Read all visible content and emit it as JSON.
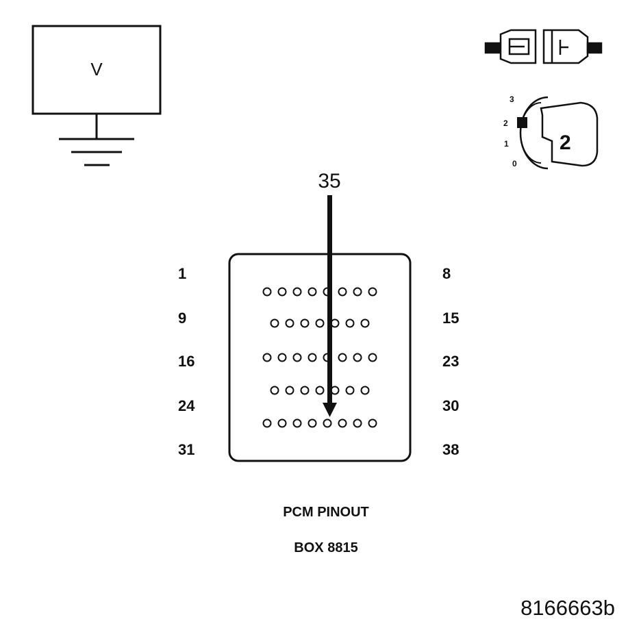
{
  "voltmeter": {
    "symbol": "V"
  },
  "ignition": {
    "position_marks": [
      "3",
      "2",
      "1",
      "0"
    ],
    "selected": "2"
  },
  "connector": {
    "pin_labels_left": [
      "1",
      "9",
      "16",
      "24",
      "31"
    ],
    "pin_labels_right": [
      "8",
      "15",
      "23",
      "30",
      "38"
    ],
    "rows": [
      {
        "start": 1,
        "count": 8
      },
      {
        "start": 9,
        "count": 7
      },
      {
        "start": 16,
        "count": 8
      },
      {
        "start": 24,
        "count": 7
      },
      {
        "start": 31,
        "count": 8
      }
    ],
    "test_pin": "35"
  },
  "caption": {
    "line1": "PCM PINOUT",
    "line2": "BOX 8815"
  },
  "figure_code": "8166663b"
}
